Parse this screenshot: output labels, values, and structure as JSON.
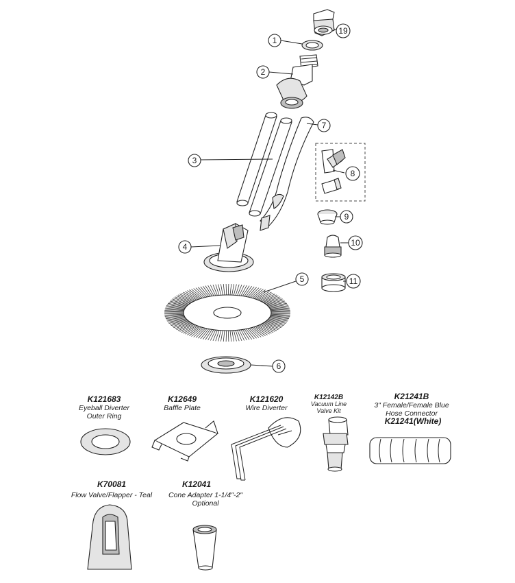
{
  "callouts": [
    {
      "id": "c1",
      "number": "1"
    },
    {
      "id": "c2",
      "number": "2"
    },
    {
      "id": "c3",
      "number": "3"
    },
    {
      "id": "c4",
      "number": "4"
    },
    {
      "id": "c5",
      "number": "5"
    },
    {
      "id": "c6",
      "number": "6"
    },
    {
      "id": "c7",
      "number": "7"
    },
    {
      "id": "c8",
      "number": "8"
    },
    {
      "id": "c9",
      "number": "9"
    },
    {
      "id": "c10",
      "number": "10"
    },
    {
      "id": "c11",
      "number": "11"
    },
    {
      "id": "c19",
      "number": "19"
    }
  ],
  "accessories": {
    "k121683": {
      "code": "K121683",
      "desc1": "Eyeball Diverter",
      "desc2": "Outer Ring"
    },
    "k12649": {
      "code": "K12649",
      "desc1": "Baffle Plate"
    },
    "k121620": {
      "code": "K121620",
      "desc1": "Wire Diverter"
    },
    "k12142b": {
      "code": "K12142B",
      "desc1": "Vacuum Line",
      "desc2": "Valve Kit"
    },
    "k21241b": {
      "code": "K21241B",
      "desc1": "3\" Female/Female Blue",
      "desc2": "Hose Connector",
      "code2": "K21241(White)"
    },
    "k70081": {
      "code": "K70081",
      "desc1": "Flow Valve/Flapper - Teal"
    },
    "k12041": {
      "code": "K12041",
      "desc1": "Cone Adapter 1-1/4\"-2\"",
      "desc2": "Optional"
    }
  }
}
